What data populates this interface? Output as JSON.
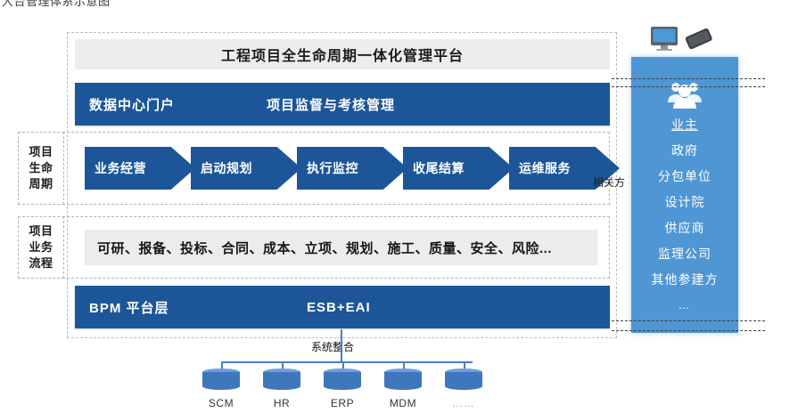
{
  "page": {
    "caption": "大台管理体系示意图"
  },
  "platform": {
    "title": "工程项目全生命周期一体化管理平台",
    "top_band": {
      "left_label": "数据中心门户",
      "right_label": "项目监督与考核管理"
    },
    "bottom_band": {
      "left_label": "BPM  平台层",
      "right_label": "ESB+EAI"
    }
  },
  "side_labels": {
    "lifecycle": {
      "l1": "项目",
      "l2": "生命",
      "l3": "周期"
    },
    "process": {
      "l1": "项目",
      "l2": "业务",
      "l3": "流程"
    }
  },
  "lifecycle": {
    "stages": [
      {
        "label": "业务经营"
      },
      {
        "label": "启动规划"
      },
      {
        "label": "执行监控"
      },
      {
        "label": "收尾结算"
      },
      {
        "label": "运维服务"
      }
    ],
    "stakeholder_note": "相关方"
  },
  "business_process": {
    "items_text": "可研、报备、投标、合同、成本、立项、规划、施工、质量、安全、风险..."
  },
  "stakeholders": {
    "icon": "users-group-icon",
    "items": [
      "业主",
      "政府",
      "分包单位",
      "设计院",
      "供应商",
      "监理公司",
      "其他参建方",
      "…"
    ]
  },
  "devices": {
    "monitor": "desktop-monitor-icon",
    "phone": "mobile-phone-icon"
  },
  "system_integration": {
    "label": "系统整合",
    "systems": [
      {
        "name": "SCM"
      },
      {
        "name": "HR"
      },
      {
        "name": "ERP"
      },
      {
        "name": "MDM"
      },
      {
        "name": "……"
      }
    ]
  },
  "colors": {
    "dark_blue": "#1c5699",
    "light_blue": "#4f96d4",
    "db_blue": "#3f77bd",
    "grey_band": "#ececec",
    "dash_grey": "#b9bcc2"
  }
}
